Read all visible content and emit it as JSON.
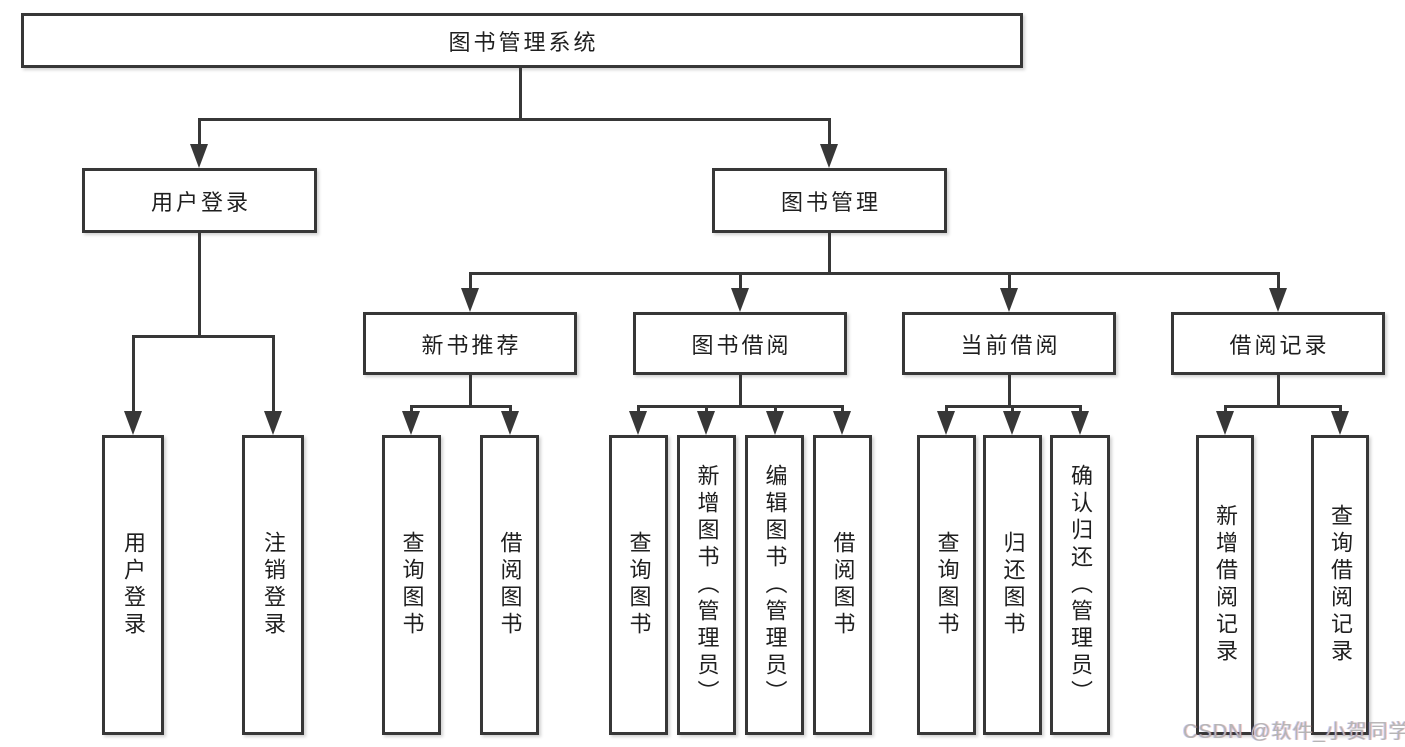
{
  "page": {
    "background": "#ffffff",
    "line_color": "#373737",
    "box_border_color": "#373737",
    "text_color": "#1f1f1f",
    "watermark_color": "#b5b5b5"
  },
  "watermark": {
    "text": "CSDN @软件_小贺同学"
  },
  "diagram": {
    "type": "hierarchy-tree",
    "root": {
      "label": "图书管理系统",
      "children": [
        {
          "label": "用户登录",
          "children": [
            {
              "label": "用户登录"
            },
            {
              "label": "注销登录"
            }
          ]
        },
        {
          "label": "图书管理",
          "children": [
            {
              "label": "新书推荐",
              "children": [
                {
                  "label": "查询图书"
                },
                {
                  "label": "借阅图书"
                }
              ]
            },
            {
              "label": "图书借阅",
              "children": [
                {
                  "label": "查询图书"
                },
                {
                  "label": "新增图书（管理员）"
                },
                {
                  "label": "编辑图书（管理员）"
                },
                {
                  "label": "借阅图书"
                }
              ]
            },
            {
              "label": "当前借阅",
              "children": [
                {
                  "label": "查询图书"
                },
                {
                  "label": "归还图书"
                },
                {
                  "label": "确认归还（管理员）"
                }
              ]
            },
            {
              "label": "借阅记录",
              "children": [
                {
                  "label": "新增借阅记录"
                },
                {
                  "label": "查询借阅记录"
                }
              ]
            }
          ]
        }
      ]
    }
  }
}
